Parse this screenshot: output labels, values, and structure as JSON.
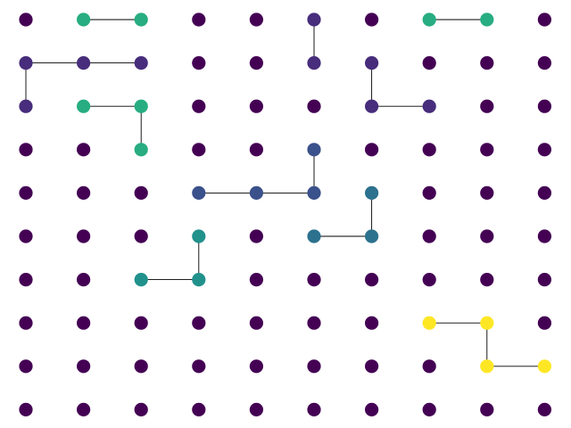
{
  "chart_data": {
    "type": "grid-graph",
    "cols": 10,
    "rows": 10,
    "title": "",
    "xlabel": "",
    "ylabel": "",
    "axes_visible": false,
    "colormap": "viridis",
    "default_value": 0,
    "palette": {
      "level_0": "#440154",
      "level_1": "#472d7b",
      "level_2": "#3b518b",
      "level_3": "#2c718e",
      "level_4": "#21918c",
      "level_5": "#27ad81",
      "level_6": "#fde725"
    },
    "node_values": [
      {
        "col": 1,
        "row": 0,
        "level": "level_5"
      },
      {
        "col": 2,
        "row": 0,
        "level": "level_5"
      },
      {
        "col": 5,
        "row": 0,
        "level": "level_1"
      },
      {
        "col": 7,
        "row": 0,
        "level": "level_5"
      },
      {
        "col": 8,
        "row": 0,
        "level": "level_5"
      },
      {
        "col": 0,
        "row": 1,
        "level": "level_1"
      },
      {
        "col": 1,
        "row": 1,
        "level": "level_1"
      },
      {
        "col": 2,
        "row": 1,
        "level": "level_1"
      },
      {
        "col": 5,
        "row": 1,
        "level": "level_1"
      },
      {
        "col": 6,
        "row": 1,
        "level": "level_1"
      },
      {
        "col": 0,
        "row": 2,
        "level": "level_1"
      },
      {
        "col": 1,
        "row": 2,
        "level": "level_5"
      },
      {
        "col": 2,
        "row": 2,
        "level": "level_5"
      },
      {
        "col": 6,
        "row": 2,
        "level": "level_1"
      },
      {
        "col": 7,
        "row": 2,
        "level": "level_1"
      },
      {
        "col": 2,
        "row": 3,
        "level": "level_5"
      },
      {
        "col": 5,
        "row": 3,
        "level": "level_2"
      },
      {
        "col": 3,
        "row": 4,
        "level": "level_2"
      },
      {
        "col": 4,
        "row": 4,
        "level": "level_2"
      },
      {
        "col": 5,
        "row": 4,
        "level": "level_2"
      },
      {
        "col": 6,
        "row": 4,
        "level": "level_3"
      },
      {
        "col": 3,
        "row": 5,
        "level": "level_4"
      },
      {
        "col": 5,
        "row": 5,
        "level": "level_3"
      },
      {
        "col": 6,
        "row": 5,
        "level": "level_3"
      },
      {
        "col": 2,
        "row": 6,
        "level": "level_4"
      },
      {
        "col": 3,
        "row": 6,
        "level": "level_4"
      },
      {
        "col": 7,
        "row": 7,
        "level": "level_6"
      },
      {
        "col": 8,
        "row": 7,
        "level": "level_6"
      },
      {
        "col": 8,
        "row": 8,
        "level": "level_6"
      },
      {
        "col": 9,
        "row": 8,
        "level": "level_6"
      }
    ],
    "edges": [
      {
        "from": [
          1,
          0
        ],
        "to": [
          2,
          0
        ]
      },
      {
        "from": [
          7,
          0
        ],
        "to": [
          8,
          0
        ]
      },
      {
        "from": [
          5,
          0
        ],
        "to": [
          5,
          1
        ]
      },
      {
        "from": [
          0,
          1
        ],
        "to": [
          1,
          1
        ]
      },
      {
        "from": [
          1,
          1
        ],
        "to": [
          2,
          1
        ]
      },
      {
        "from": [
          0,
          1
        ],
        "to": [
          0,
          2
        ]
      },
      {
        "from": [
          6,
          1
        ],
        "to": [
          6,
          2
        ]
      },
      {
        "from": [
          1,
          2
        ],
        "to": [
          2,
          2
        ]
      },
      {
        "from": [
          6,
          2
        ],
        "to": [
          7,
          2
        ]
      },
      {
        "from": [
          2,
          2
        ],
        "to": [
          2,
          3
        ]
      },
      {
        "from": [
          5,
          3
        ],
        "to": [
          5,
          4
        ]
      },
      {
        "from": [
          3,
          4
        ],
        "to": [
          4,
          4
        ]
      },
      {
        "from": [
          4,
          4
        ],
        "to": [
          5,
          4
        ]
      },
      {
        "from": [
          6,
          4
        ],
        "to": [
          6,
          5
        ]
      },
      {
        "from": [
          5,
          5
        ],
        "to": [
          6,
          5
        ]
      },
      {
        "from": [
          3,
          5
        ],
        "to": [
          3,
          6
        ]
      },
      {
        "from": [
          2,
          6
        ],
        "to": [
          3,
          6
        ]
      },
      {
        "from": [
          7,
          7
        ],
        "to": [
          8,
          7
        ]
      },
      {
        "from": [
          8,
          7
        ],
        "to": [
          8,
          8
        ]
      },
      {
        "from": [
          8,
          8
        ],
        "to": [
          9,
          8
        ]
      }
    ],
    "edge_color": "#000000"
  }
}
